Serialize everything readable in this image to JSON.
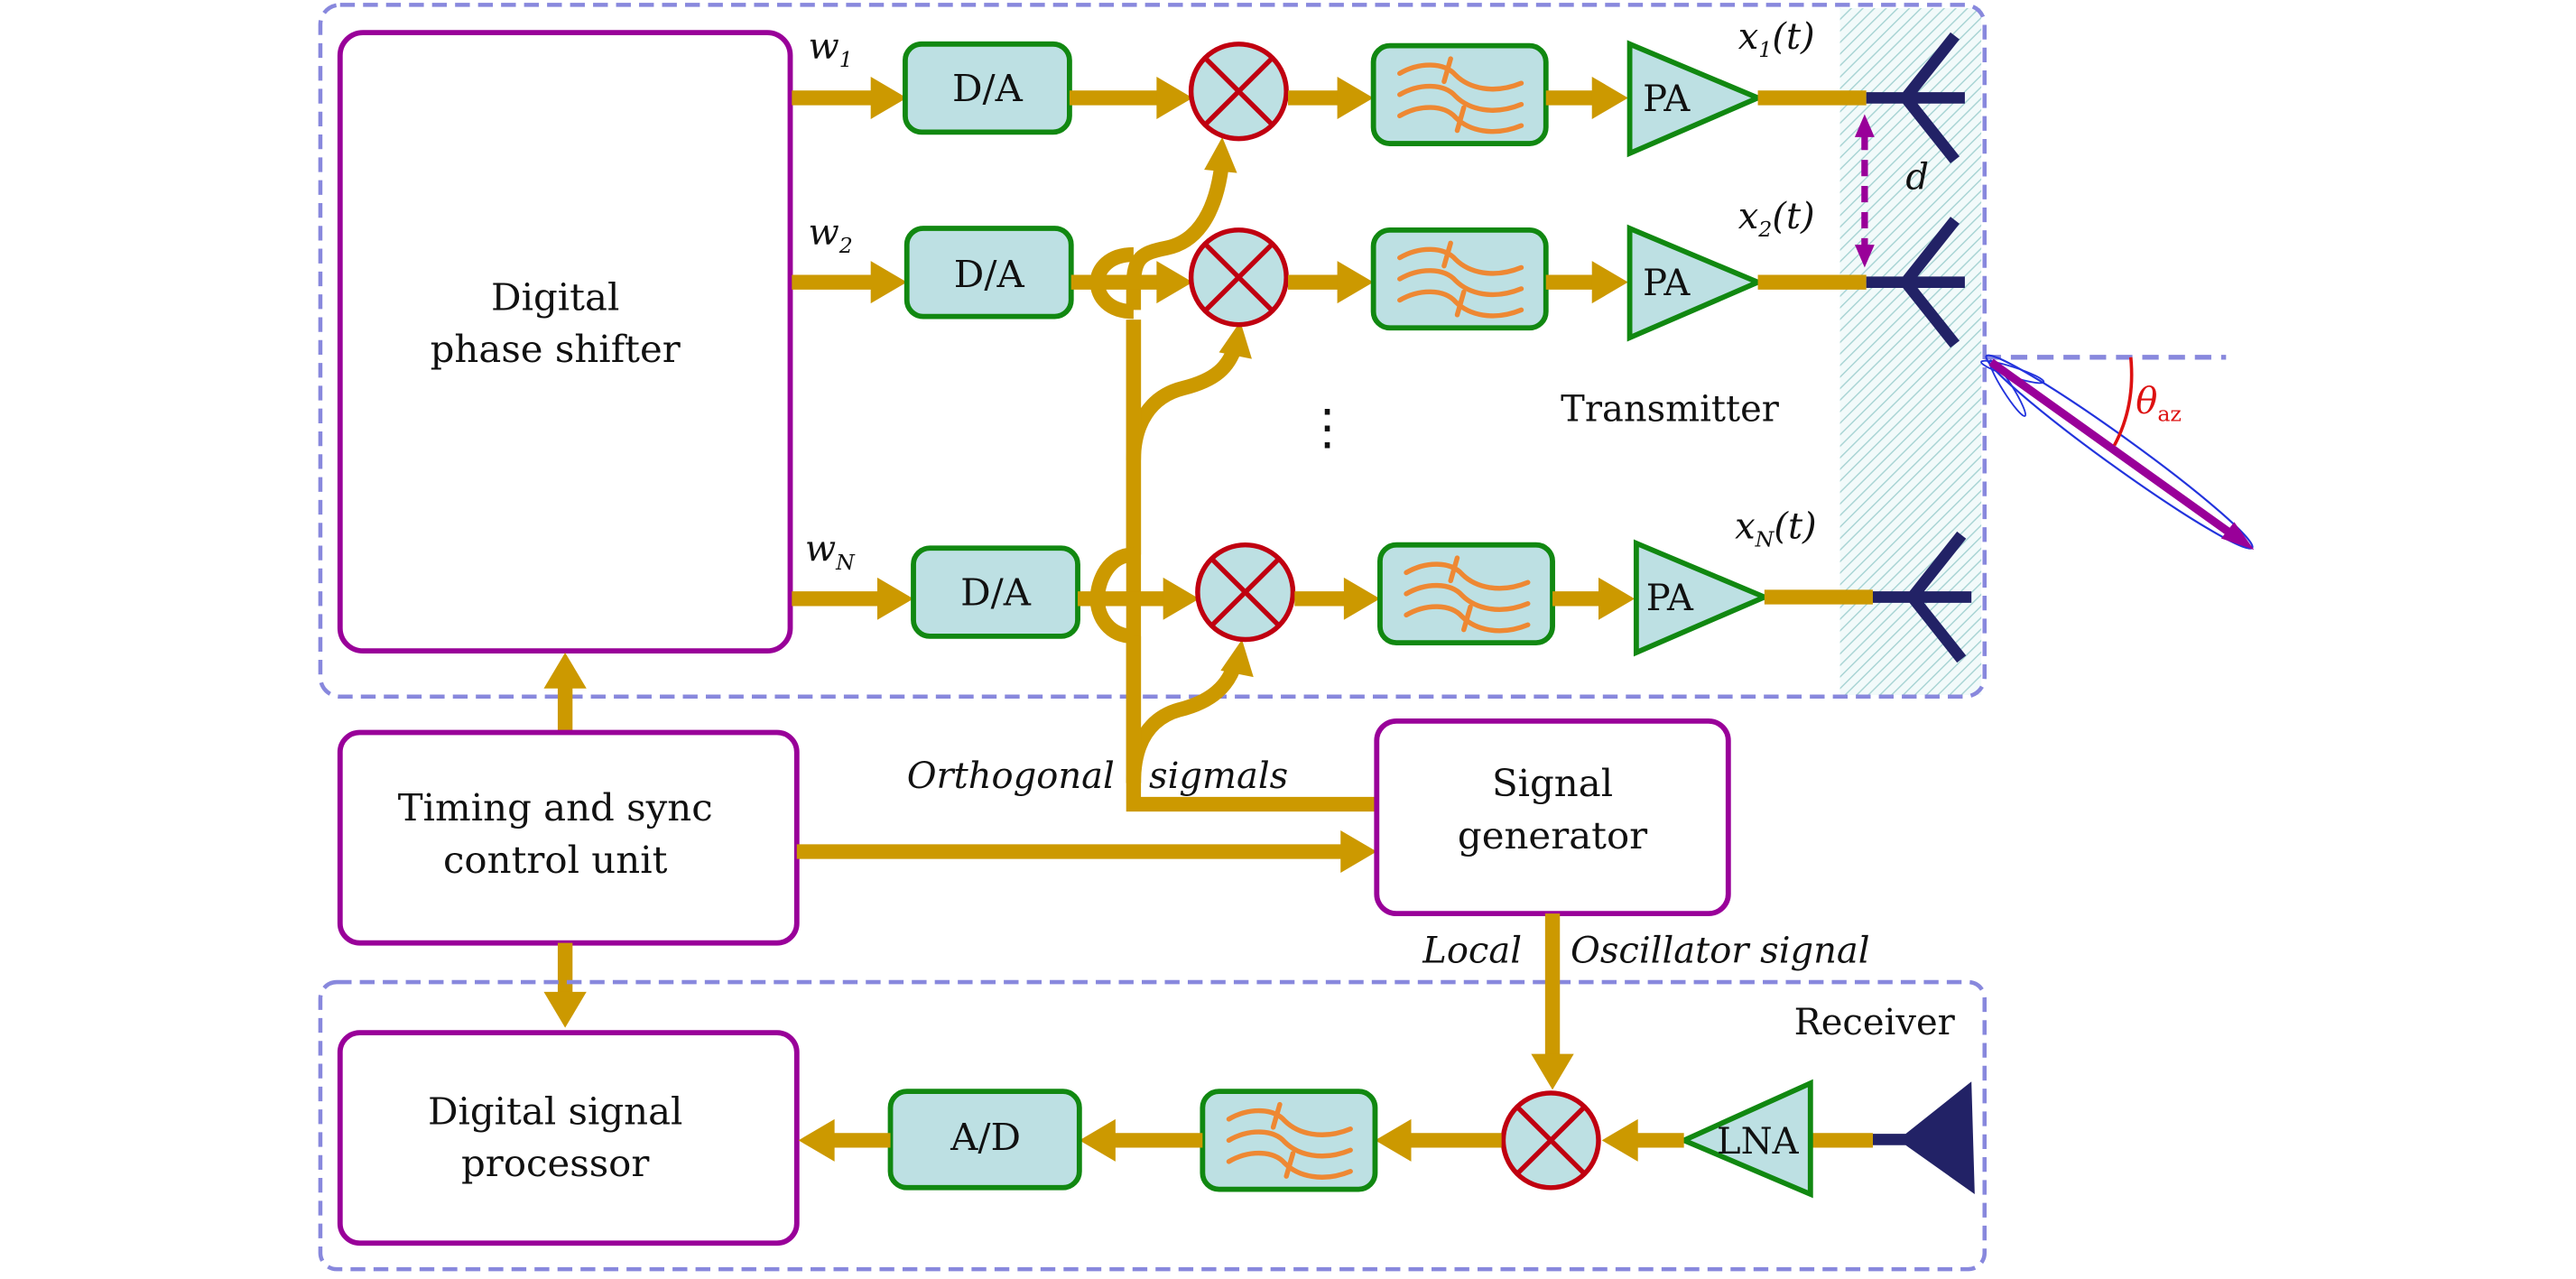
{
  "diagram": {
    "title": "MIMO radar transmitter/receiver block diagram",
    "colors": {
      "wire": "#cc9900",
      "control_block_border": "#990099",
      "component_fill": "#bde0e3",
      "component_border": "#118811",
      "mixer": "#c00010",
      "filter_glyph": "#ee8833",
      "section_dash": "#8888dd",
      "antenna": "#222266",
      "beam": "#990099",
      "angle": "#dd1111"
    },
    "sections": {
      "transmitter": "Transmitter",
      "receiver": "Receiver"
    },
    "blocks": {
      "phase_shifter_line1": "Digital",
      "phase_shifter_line2": "phase shifter",
      "timing_line1": "Timing and sync",
      "timing_line2": "control unit",
      "siggen_line1": "Signal",
      "siggen_line2": "generator",
      "dsp_line1": "Digital signal",
      "dsp_line2": "processor",
      "da": "D/A",
      "ad": "A/D",
      "pa": "PA",
      "lna": "LNA"
    },
    "tx_chains": [
      {
        "weight": "w",
        "weight_sub": "1",
        "output": "x",
        "output_sub": "1",
        "output_arg": "(t)"
      },
      {
        "weight": "w",
        "weight_sub": "2",
        "output": "x",
        "output_sub": "2",
        "output_arg": "(t)"
      },
      {
        "weight": "w",
        "weight_sub": "N",
        "output": "x",
        "output_sub": "N",
        "output_arg": "(t)"
      }
    ],
    "labels": {
      "orthogonal": "Orthogonal",
      "sigmals": "sigmals",
      "local": "Local",
      "oscillator": "Oscillator signal",
      "spacing": "d",
      "angle": "θ",
      "angle_sub": "az",
      "ellipsis": "⋮"
    },
    "icons": [
      "mixer-icon",
      "bandpass-filter-icon",
      "amplifier-triangle-icon",
      "antenna-icon",
      "horn-antenna-icon",
      "beam-pattern-icon"
    ]
  }
}
